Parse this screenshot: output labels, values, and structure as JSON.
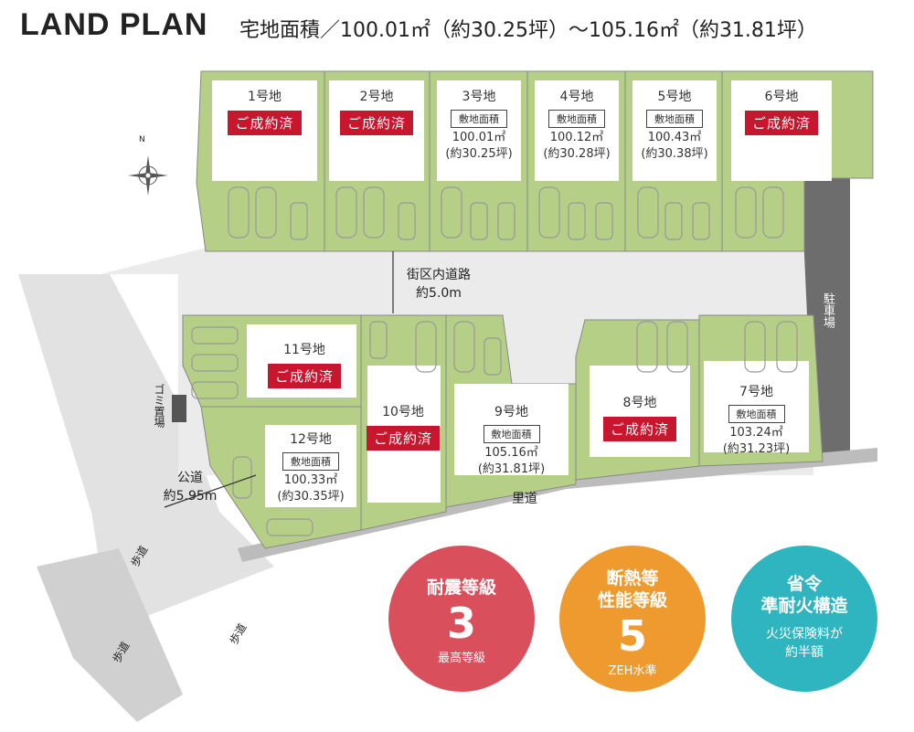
{
  "header": {
    "title": "LAND PLAN",
    "subtitle": "宅地面積／100.01㎡（約30.25坪）～105.16㎡（約31.81坪）"
  },
  "compass": {
    "north_label": "N"
  },
  "roads": {
    "internal_road": "街区内道路",
    "internal_road_width": "約5.0m",
    "public_road": "公道",
    "public_road_width": "約5.95m",
    "village_road": "里道",
    "sidewalk": "歩道",
    "parking": "駐車場",
    "garbage": "ゴミ置場"
  },
  "area_label": "敷地面積",
  "sold_label": "ご成約済",
  "lots": [
    {
      "no": "1号地",
      "sold": true
    },
    {
      "no": "2号地",
      "sold": true
    },
    {
      "no": "3号地",
      "sold": false,
      "area_m2": "100.01㎡",
      "area_tsubo": "(約30.25坪)"
    },
    {
      "no": "4号地",
      "sold": false,
      "area_m2": "100.12㎡",
      "area_tsubo": "(約30.28坪)"
    },
    {
      "no": "5号地",
      "sold": false,
      "area_m2": "100.43㎡",
      "area_tsubo": "(約30.38坪)"
    },
    {
      "no": "6号地",
      "sold": true
    },
    {
      "no": "7号地",
      "sold": false,
      "area_m2": "103.24㎡",
      "area_tsubo": "(約31.23坪)"
    },
    {
      "no": "8号地",
      "sold": true
    },
    {
      "no": "9号地",
      "sold": false,
      "area_m2": "105.16㎡",
      "area_tsubo": "(約31.81坪)"
    },
    {
      "no": "10号地",
      "sold": true
    },
    {
      "no": "11号地",
      "sold": true
    },
    {
      "no": "12号地",
      "sold": false,
      "area_m2": "100.33㎡",
      "area_tsubo": "(約30.35坪)"
    }
  ],
  "badges": [
    {
      "title": "耐震等級",
      "big": "3",
      "sub": "最高等級",
      "color": "#d94f5c"
    },
    {
      "title": "断熱等\n性能等級",
      "big": "5",
      "sub": "ZEH水準",
      "color": "#ef9a2e"
    },
    {
      "title": "省令\n準耐火構造",
      "big": "",
      "sub": "火災保険料が\n約半額",
      "color": "#2fb5bf"
    }
  ],
  "colors": {
    "sold": "#c8162e",
    "lot_green": "#a9c77c",
    "road": "#e6e6e6"
  }
}
